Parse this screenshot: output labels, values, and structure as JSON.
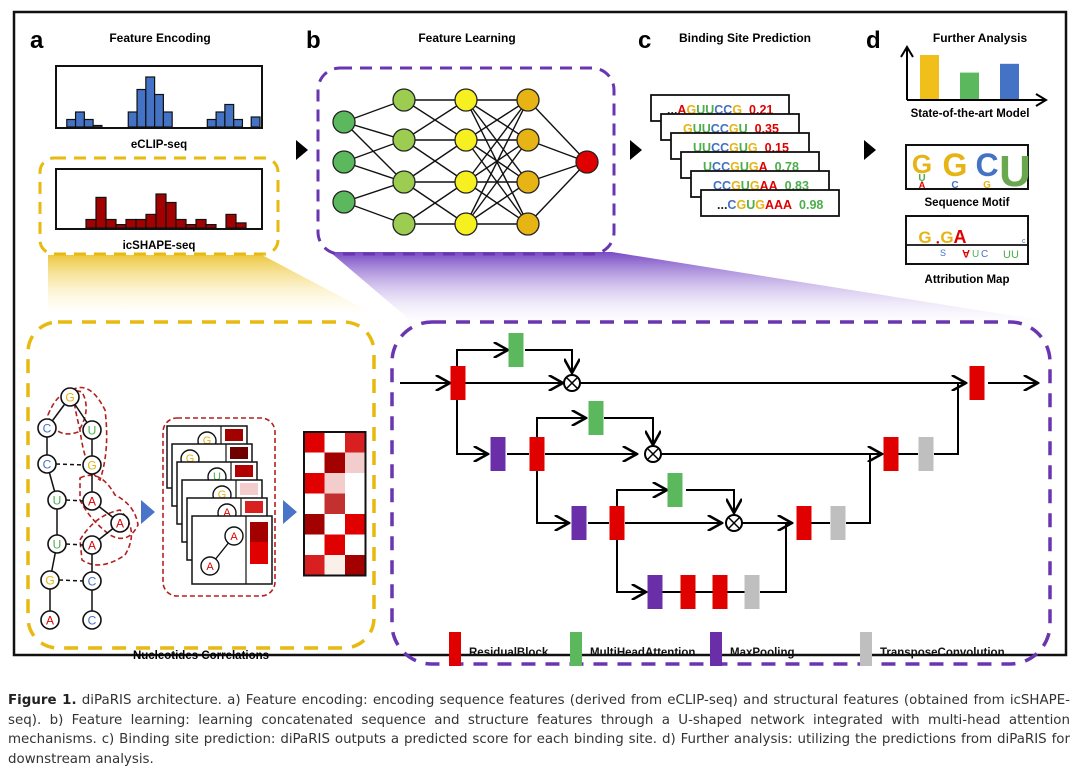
{
  "colors": {
    "blue": "#4472c4",
    "dark_red": "#a30000",
    "red": "#e00000",
    "green": "#5cb85c",
    "yellow_green": "#9ccc50",
    "yellow": "#f7f020",
    "amber": "#e6b415",
    "purple": "#6a2fa8",
    "gray": "#bfbfbf",
    "gold_dash": "#e8b90f",
    "purple_dash": "#6a35b0",
    "nt_A": "#e00000",
    "nt_G": "#e6b415",
    "nt_U": "#4cae4c",
    "nt_C": "#4472c4"
  },
  "panels": {
    "a": {
      "letter": "a",
      "title": "Feature Encoding"
    },
    "b": {
      "letter": "b",
      "title": "Feature Learning"
    },
    "c": {
      "letter": "c",
      "title": "Binding Site Prediction"
    },
    "d": {
      "letter": "d",
      "title": "Further Analysis"
    }
  },
  "feature_encoding": {
    "eclip": {
      "label": "eCLIP-seq",
      "bars": [
        0,
        0.15,
        0.3,
        0.15,
        0.03,
        0,
        0,
        0,
        0.3,
        0.75,
        1.0,
        0.65,
        0.3,
        0,
        0,
        0,
        0,
        0.15,
        0.3,
        0.45,
        0.15,
        0,
        0.2
      ]
    },
    "icshape": {
      "label": "icSHAPE-seq",
      "bars": [
        0,
        0,
        0.25,
        0.9,
        0.25,
        0.1,
        0.25,
        0.25,
        0.4,
        1.0,
        0.75,
        0.25,
        0.1,
        0.25,
        0.1,
        0,
        0.4,
        0.15
      ]
    }
  },
  "feature_learning": {
    "layers": [
      3,
      4,
      4,
      4,
      1
    ]
  },
  "binding_prediction": {
    "cards": [
      {
        "prefix": "...",
        "seq": "AGUUCCG",
        "score": "0.21",
        "score_color": "#e00000"
      },
      {
        "prefix": "",
        "seq": "GUUCCGU",
        "score": "0.35",
        "score_color": "#e00000"
      },
      {
        "prefix": "",
        "seq": "UUCCGUG",
        "score": "0.15",
        "score_color": "#e00000"
      },
      {
        "prefix": "",
        "seq": "UCCGUGA",
        "score": "0.78",
        "score_color": "#4cae4c"
      },
      {
        "prefix": "",
        "seq": "CCGUGAA",
        "score": "0.83",
        "score_color": "#4cae4c"
      },
      {
        "prefix": "...",
        "seq": "CGUGAAA",
        "score": "0.98",
        "score_color": "#4cae4c"
      }
    ]
  },
  "further_analysis": {
    "model_chart": {
      "label": "State-of-the-art Model",
      "bars": [
        {
          "value": 1.0,
          "color": "#f0bf1a"
        },
        {
          "value": 0.6,
          "color": "#5cb85c"
        },
        {
          "value": 0.8,
          "color": "#4472c4"
        }
      ]
    },
    "motif": {
      "label": "Sequence Motif",
      "letters": [
        "G",
        "G",
        "C",
        "U"
      ]
    },
    "attribution": {
      "label": "Attribution Map"
    }
  },
  "structure": {
    "label": "Nucleotides Correlations",
    "left_strand": [
      "G",
      "C",
      "C",
      "U",
      "U",
      "G",
      "A"
    ],
    "right_strand": [
      "U",
      "G",
      "A",
      "A",
      "A",
      "C",
      "C"
    ],
    "cards": [
      {
        "nt": "G",
        "cell": "#a30000"
      },
      {
        "nt": "G",
        "cell": "#6e0000"
      },
      {
        "nt": "U",
        "cell": "#b00000"
      },
      {
        "nt": "G",
        "cell": "#f3cccc"
      },
      {
        "nt": "A",
        "cell": "#d82020"
      },
      {
        "nt": "A",
        "cell": "#a30000"
      }
    ],
    "front_pair": [
      "A",
      "A"
    ],
    "matrix": [
      [
        "#e00000",
        "#ffffff",
        "#d82020"
      ],
      [
        "#ffffff",
        "#a30000",
        "#f3cccc"
      ],
      [
        "#e00000",
        "#f3cccc",
        "#ffffff"
      ],
      [
        "#ffffff",
        "#c23030",
        "#ffffff"
      ],
      [
        "#a30000",
        "#ffffff",
        "#e00000"
      ],
      [
        "#ffffff",
        "#e00000",
        "#ffffff"
      ],
      [
        "#d82020",
        "#faf0ea",
        "#a30000"
      ]
    ]
  },
  "unet": {
    "legend": [
      {
        "label": "ResidualBlock",
        "color": "#e00000"
      },
      {
        "label": "MultiHeadAttention",
        "color": "#5cb85c"
      },
      {
        "label": "MaxPooling",
        "color": "#6a2fa8"
      },
      {
        "label": "TransposeConvolution",
        "color": "#bfbfbf"
      }
    ]
  },
  "caption": {
    "label": "Figure 1.",
    "text": "diPaRIS architecture. a) Feature encoding: encoding sequence features (derived from eCLIP-seq) and structural features (obtained from icSHAPE-seq). b) Feature learning: learning concatenated sequence and structure features through a U-shaped network integrated with multi-head attention mechanisms. c) Binding site prediction: diPaRIS outputs a predicted score for each binding site. d) Further analysis: utilizing the predictions from diPaRIS for downstream analysis."
  }
}
